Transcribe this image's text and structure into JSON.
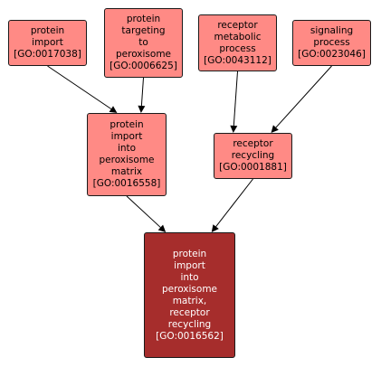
{
  "nodes": {
    "protein_import": {
      "lines": [
        "protein",
        "import"
      ],
      "go_id": "[GO:0017038]"
    },
    "protein_targeting": {
      "lines": [
        "protein",
        "targeting",
        "to",
        "peroxisome"
      ],
      "go_id": "[GO:0006625]"
    },
    "receptor_metabolic": {
      "lines": [
        "receptor",
        "metabolic",
        "process"
      ],
      "go_id": "[GO:0043112]"
    },
    "signaling_process": {
      "lines": [
        "signaling",
        "process"
      ],
      "go_id": "[GO:0023046]"
    },
    "protein_import_matrix": {
      "lines": [
        "protein",
        "import",
        "into",
        "peroxisome",
        "matrix"
      ],
      "go_id": "[GO:0016558]"
    },
    "receptor_recycling": {
      "lines": [
        "receptor",
        "recycling"
      ],
      "go_id": "[GO:0001881]"
    },
    "focus": {
      "lines": [
        "protein",
        "import",
        "into",
        "peroxisome",
        "matrix,",
        "receptor",
        "recycling"
      ],
      "go_id": "[GO:0016562]"
    }
  },
  "edges": [
    {
      "from": "protein_import",
      "to": "protein_import_matrix"
    },
    {
      "from": "protein_targeting",
      "to": "protein_import_matrix"
    },
    {
      "from": "receptor_metabolic",
      "to": "receptor_recycling"
    },
    {
      "from": "signaling_process",
      "to": "receptor_recycling"
    },
    {
      "from": "protein_import_matrix",
      "to": "focus"
    },
    {
      "from": "receptor_recycling",
      "to": "focus"
    }
  ],
  "colors": {
    "node_fill": "#ff8a85",
    "focus_fill": "#a62d2c",
    "border": "#1a1a1a",
    "edge": "#000000"
  }
}
